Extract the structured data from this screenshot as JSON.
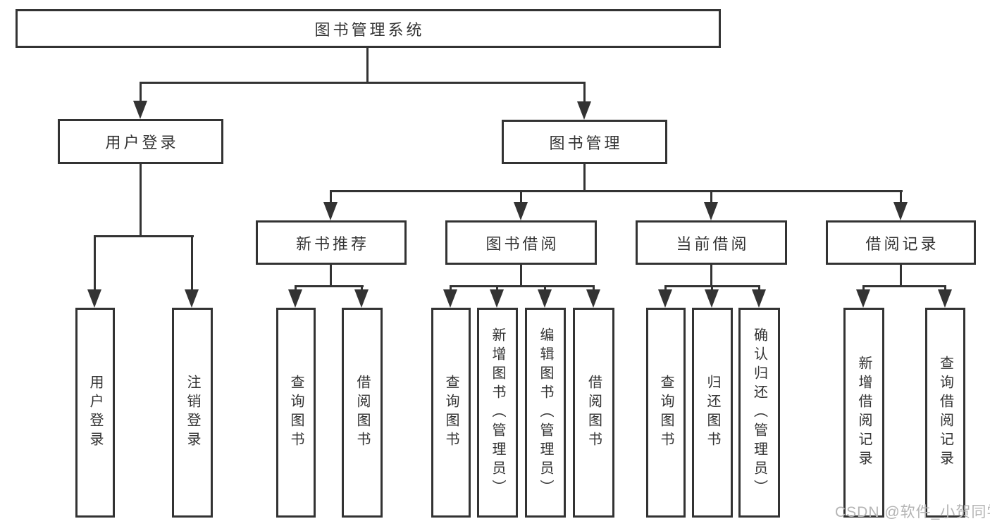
{
  "diagram": {
    "root": {
      "label": "图书管理系统"
    },
    "level2": {
      "user_login": {
        "label": "用户登录"
      },
      "book_mgmt": {
        "label": "图书管理"
      }
    },
    "level3": {
      "new_books": {
        "label": "新书推荐"
      },
      "book_borrow": {
        "label": "图书借阅"
      },
      "current_borrow": {
        "label": "当前借阅"
      },
      "borrow_records": {
        "label": "借阅记录"
      }
    },
    "leaves": {
      "user_login_leaf": {
        "label": "用户登录"
      },
      "logout": {
        "label": "注销登录"
      },
      "nb_query_books": {
        "label": "查询图书"
      },
      "nb_borrow_books": {
        "label": "借阅图书"
      },
      "bb_query_books": {
        "label": "查询图书"
      },
      "bb_add_books": {
        "label": "新增图书（管理员）"
      },
      "bb_edit_books": {
        "label": "编辑图书（管理员）"
      },
      "bb_borrow_books": {
        "label": "借阅图书"
      },
      "cb_query_books": {
        "label": "查询图书"
      },
      "cb_return_books": {
        "label": "归还图书"
      },
      "cb_confirm_return": {
        "label": "确认归还（管理员）"
      },
      "br_add_record": {
        "label": "新增借阅记录"
      },
      "br_query_record": {
        "label": "查询借阅记录"
      }
    }
  },
  "watermark": {
    "text": "CSDN @软件_小贺同学"
  },
  "colors": {
    "line": "#333333",
    "text": "#333333",
    "background": "#ffffff",
    "watermark": "#b4b4b4"
  }
}
